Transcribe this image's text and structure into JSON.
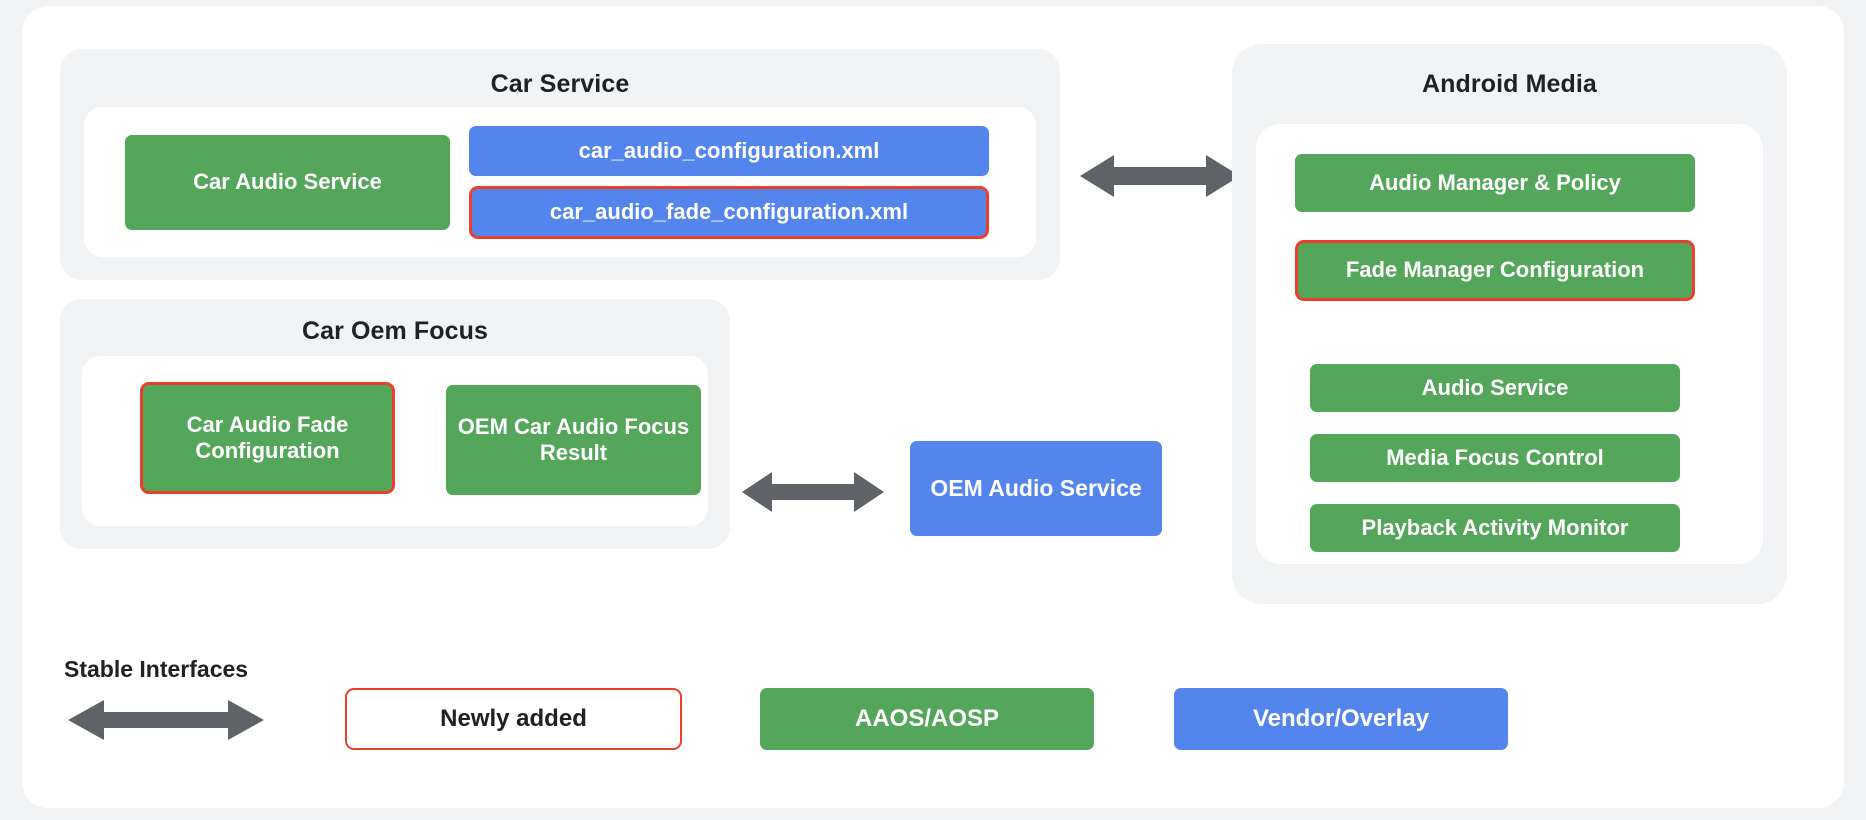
{
  "diagram": {
    "groups": [
      {
        "title": "Car Service"
      },
      {
        "title": "Car Oem Focus"
      },
      {
        "title": "Android Media"
      }
    ],
    "car_service": {
      "title": "Car Service",
      "boxes": [
        {
          "label": "Car Audio Service",
          "kind": "green"
        },
        {
          "label": "car_audio_configuration.xml",
          "kind": "blue"
        },
        {
          "label": "car_audio_fade_configuration.xml",
          "kind": "blue-outlined"
        }
      ]
    },
    "car_oem_focus": {
      "title": "Car Oem Focus",
      "boxes": [
        {
          "label": "Car Audio Fade Configuration",
          "kind": "green-outlined"
        },
        {
          "label": "OEM Car Audio Focus Result",
          "kind": "green"
        }
      ]
    },
    "oem_audio_service": {
      "label": "OEM Audio Service",
      "kind": "blue"
    },
    "android_media": {
      "title": "Android Media",
      "boxes": [
        {
          "label": "Audio Manager & Policy",
          "kind": "green"
        },
        {
          "label": "Fade Manager Configuration",
          "kind": "green-outlined"
        },
        {
          "label": "Audio Service",
          "kind": "green"
        },
        {
          "label": "Media Focus Control",
          "kind": "green"
        },
        {
          "label": "Playback Activity Monitor",
          "kind": "green"
        }
      ]
    },
    "connectors": [
      {
        "name": "car-service-to-android-media",
        "style": "double-headed-arrow"
      },
      {
        "name": "car-oem-focus-to-oem-audio-service",
        "style": "double-headed-arrow"
      }
    ]
  },
  "legend": {
    "stable_interfaces_label": "Stable Interfaces",
    "arrow_name": "double-headed-arrow",
    "items": [
      {
        "label": "Newly added",
        "kind": "hollow-outlined"
      },
      {
        "label": "AAOS/AOSP",
        "kind": "green"
      },
      {
        "label": "Vendor/Overlay",
        "kind": "blue"
      }
    ]
  },
  "colors": {
    "green": "#54a65a",
    "blue": "#5485ec",
    "outline_red": "#e8402a",
    "arrow_grey": "#5f6368",
    "panel_grey": "#f1f3f4",
    "card_white": "#ffffff",
    "text_dark": "#202124"
  }
}
